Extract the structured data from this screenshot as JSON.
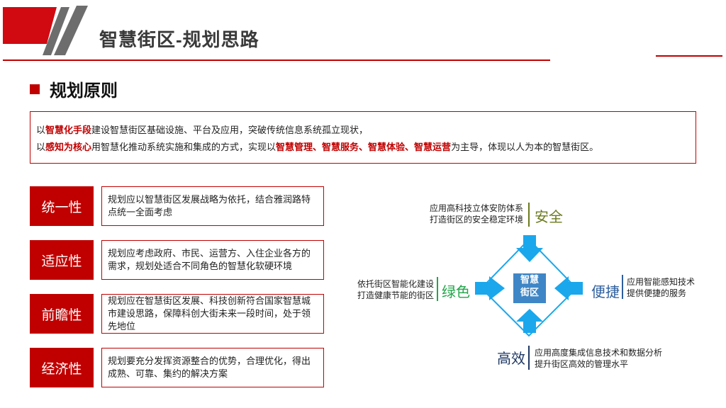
{
  "header": {
    "title": "智慧街区-规划思路"
  },
  "section": {
    "title": "规划原则"
  },
  "intro": {
    "l1_a": "以",
    "l1_b": "智慧化手段",
    "l1_c": "建设智慧街区基础设施、平台及应用，突破传统信息系统孤立现状，",
    "l2_a": "以",
    "l2_b": "感知为核心",
    "l2_c": "用智慧化推动系统实施和集成的方式，实现以",
    "l2_d": "智慧管理、智慧服务、智慧体验、智慧运营",
    "l2_e": "为主导，体现以人为本的智慧街区。"
  },
  "principles": [
    {
      "label": "统一性",
      "text": "规划应以智慧街区发展战略为依托，结合雅润路特点统一全面考虑"
    },
    {
      "label": "适应性",
      "text": "规划应考虑政府、市民、运营方、入住企业各方的需求，规划处适合不同角色的智慧化软硬环境"
    },
    {
      "label": "前瞻性",
      "text": "规划应在智慧街区发展、科技创新符合国家智慧城市建设思路，保障科创大街未来一段时间，处于领先地位"
    },
    {
      "label": "经济性",
      "text": "规划要充分发挥资源整合的优势，合理优化，得出成熟、可靠、集约的解决方案"
    }
  ],
  "diagram": {
    "center_l1": "智慧",
    "center_l2": "街区",
    "safety": {
      "word": "安全",
      "l1": "应用高科技立体安防体系",
      "l2": "打造街区的安全稳定环境",
      "color": "#6b7a1e"
    },
    "green": {
      "word": "绿色",
      "l1": "依托街区智能化建设",
      "l2": "打造健康节能的街区",
      "color": "#22a64a"
    },
    "convenient": {
      "word": "便捷",
      "l1": "应用智能感知技术",
      "l2": "提供便捷的服务",
      "color": "#2e5f9e"
    },
    "efficient": {
      "word": "高效",
      "l1": "应用高度集成信息技术和数据分析",
      "l2": "提升街区高效的管理水平",
      "color": "#1f3864"
    }
  },
  "colors": {
    "accent": "#c00000",
    "arrow": "#1aa7ec",
    "center": "#3f86c6",
    "logo_gray": "#6d6d6d"
  }
}
